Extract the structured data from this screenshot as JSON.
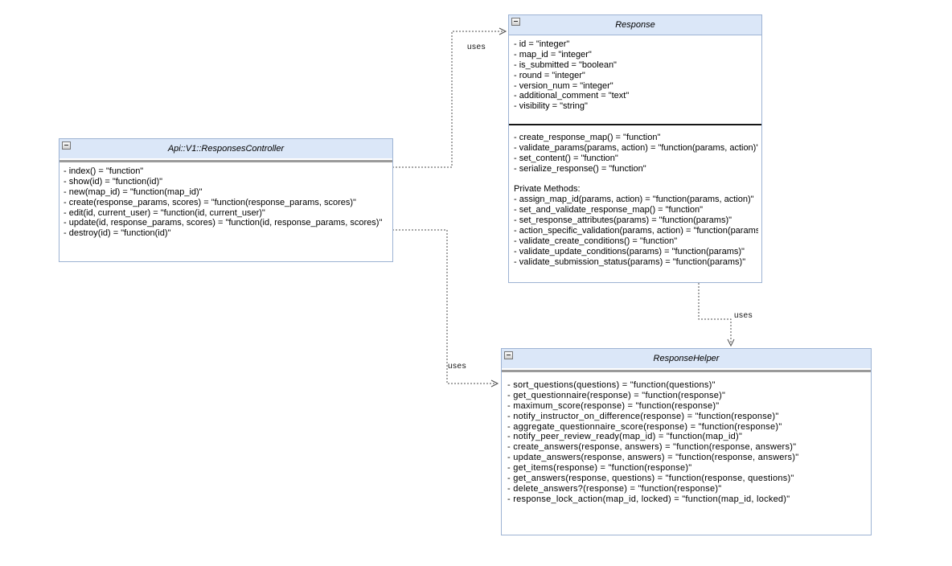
{
  "colors": {
    "background": "#ffffff",
    "class_header_fill": "#dbe7f8",
    "class_border": "#9db3d3",
    "header_separator_gray": "#9a9a9a",
    "compartment_separator_black": "#161616",
    "connector": "#4d4d4d"
  },
  "classes": {
    "controller": {
      "title": "Api::V1::ResponsesController",
      "methods": [
        "- index() = \"function\"",
        "- show(id) = \"function(id)\"",
        "- new(map_id) = \"function(map_id)\"",
        "- create(response_params, scores) = \"function(response_params, scores)\"",
        "- edit(id, current_user) = \"function(id, current_user)\"",
        "- update(id, response_params, scores) = \"function(id, response_params, scores)\"",
        "- destroy(id) = \"function(id)\""
      ]
    },
    "response": {
      "title": "Response",
      "attributes": [
        "- id = \"integer\"",
        "- map_id = \"integer\"",
        "- is_submitted = \"boolean\"",
        "- round = \"integer\"",
        "- version_num = \"integer\"",
        "- additional_comment = \"text\"",
        "- visibility = \"string\""
      ],
      "public_methods": [
        "- create_response_map() = \"function\"",
        "- validate_params(params, action) = \"function(params, action)\"",
        "- set_content() = \"function\"",
        "- serialize_response() = \"function\""
      ],
      "private_methods_label": "Private Methods:",
      "private_methods": [
        "- assign_map_id(params, action) = \"function(params, action)\"",
        "- set_and_validate_response_map() = \"function\"",
        "- set_response_attributes(params) = \"function(params)\"",
        "- action_specific_validation(params, action) = \"function(params",
        "- validate_create_conditions() = \"function\"",
        "- validate_update_conditions(params) = \"function(params)\"",
        "- validate_submission_status(params) = \"function(params)\""
      ]
    },
    "helper": {
      "title": "ResponseHelper",
      "methods": [
        "- sort_questions(questions) = \"function(questions)\"",
        "- get_questionnaire(response) = \"function(response)\"",
        "- maximum_score(response) = \"function(response)\"",
        "- notify_instructor_on_difference(response) = \"function(response)\"",
        "- aggregate_questionnaire_score(response) = \"function(response)\"",
        "- notify_peer_review_ready(map_id) = \"function(map_id)\"",
        "- create_answers(response, answers) = \"function(response, answers)\"",
        "- update_answers(response, answers) = \"function(response, answers)\"",
        "- get_items(response) = \"function(response)\"",
        "- get_answers(response, questions) = \"function(response, questions)\"",
        "- delete_answers?(response) = \"function(response)\"",
        "- response_lock_action(map_id, locked) = \"function(map_id, locked)\""
      ]
    }
  },
  "connectors": [
    {
      "from": "Api::V1::ResponsesController",
      "to": "Response",
      "label": "uses"
    },
    {
      "from": "Api::V1::ResponsesController",
      "to": "ResponseHelper",
      "label": "uses"
    },
    {
      "from": "Response",
      "to": "ResponseHelper",
      "label": "uses"
    }
  ]
}
